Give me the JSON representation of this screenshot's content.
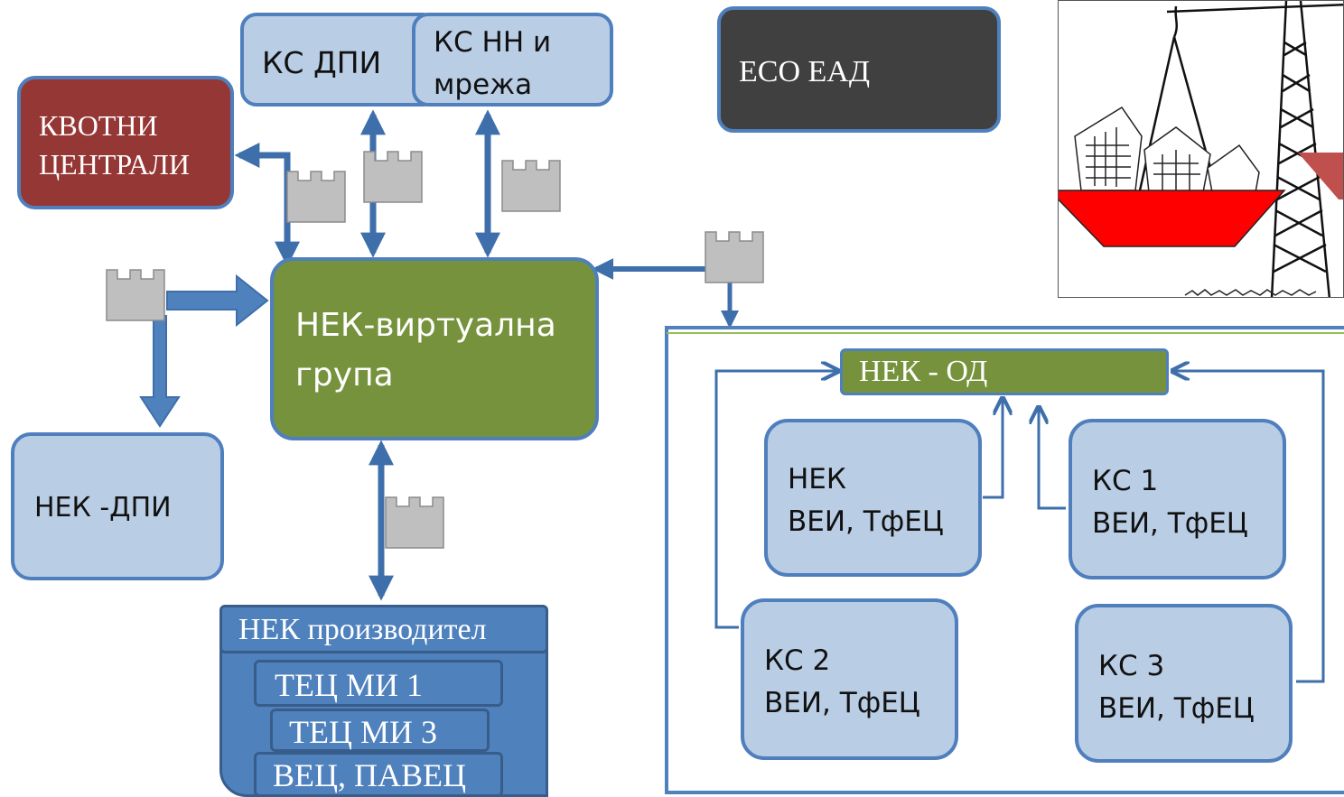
{
  "nodes": {
    "ks_dpi": "КС ДПИ",
    "ks_nn": "КС НН и\nмрежа",
    "eso": "ЕСО ЕАД",
    "kvotni": "КВОТНИ\nЦЕНТРАЛИ",
    "nek_virtual": "НЕК-виртуална\nгрупа",
    "nek_dpi": "НЕК -ДПИ",
    "nek_proizvoditel": "НЕК производител",
    "tec_mi1": "ТЕЦ МИ 1",
    "tec_mi3": "ТЕЦ МИ 3",
    "vec_pavec": "ВЕЦ, ПАВЕЦ",
    "nek_od": "НЕК - ОД",
    "nek_vei": "НЕК\nВЕИ, ТфЕЦ",
    "ks1": "КС 1\nВЕИ, ТфЕЦ",
    "ks2": "КС 2\nВЕИ, ТфЕЦ",
    "ks3": "КС 3\nВЕИ, ТфЕЦ"
  },
  "colors": {
    "light_box": "#b9cde5",
    "border": "#4f7fbd",
    "green": "#76923c",
    "dark_red": "#953735",
    "dark_gray": "#404040",
    "blue": "#4f81bd",
    "arrow": "#3e6fab",
    "castle": "#bfbfbf"
  },
  "icons": [
    "castle-icon",
    "scale-illustration"
  ]
}
